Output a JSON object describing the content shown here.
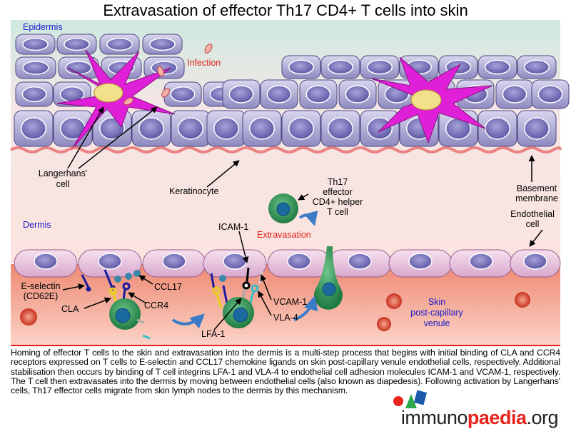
{
  "title": "Extravasation of effector Th17 CD4+ T cells into skin",
  "labels": {
    "epidermis": "Epidermis",
    "infection": "Infection",
    "langerhans_1": "Langerhans'",
    "langerhans_2": "cell",
    "keratinocyte": "Keratinocyte",
    "th17_1": "Th17",
    "th17_2": "effector",
    "th17_3": "CD4+ helper",
    "th17_4": "T cell",
    "basement_1": "Basement",
    "basement_2": "membrane",
    "endothelial_1": "Endothelial",
    "endothelial_2": "cell",
    "dermis": "Dermis",
    "icam": "ICAM-1",
    "extravasation": "Extravasation",
    "eselectin_1": "E-selectin",
    "eselectin_2": "(CD62E)",
    "cla": "CLA",
    "ccl17": "CCL17",
    "ccr4": "CCR4",
    "venule_1": "Skin",
    "venule_2": "post-capillary",
    "venule_3": "venule",
    "vcam": "VCAM-1",
    "vla": "VLA-4",
    "lfa": "LFA-1"
  },
  "caption": "Homing of effector T cells to the skin and extravasation into the dermis is a multi-step process that begins with initial binding of CLA and CCR4 receptors expressed on T cells to E-selectin and CCL17 chemokine ligands on skin post-capillary venule endothelial cells, respectively. Additional stabilisation then occurs by binding of T cell integrins LFA-1 and VLA-4 to endothelial cell adhesion molecules ICAM-1 and VCAM-1, respectively. The T cell then extravasates into the dermis by moving between endothelial cells (also known as diapedesis). Following activation by Langerhans' cells, Th17 effector cells migrate from skin lymph nodes to the dermis by this mechanism.",
  "logo": {
    "part1": "immuno",
    "part2": "paedia",
    "part3": ".org"
  },
  "colors": {
    "label_blue": "#1a1acc",
    "label_red": "#e0201a",
    "t_cell": "#2e9e5a",
    "keratinocyte": "#9a95c8",
    "langerhans": "#e020d8",
    "divider": "#e0201a"
  }
}
